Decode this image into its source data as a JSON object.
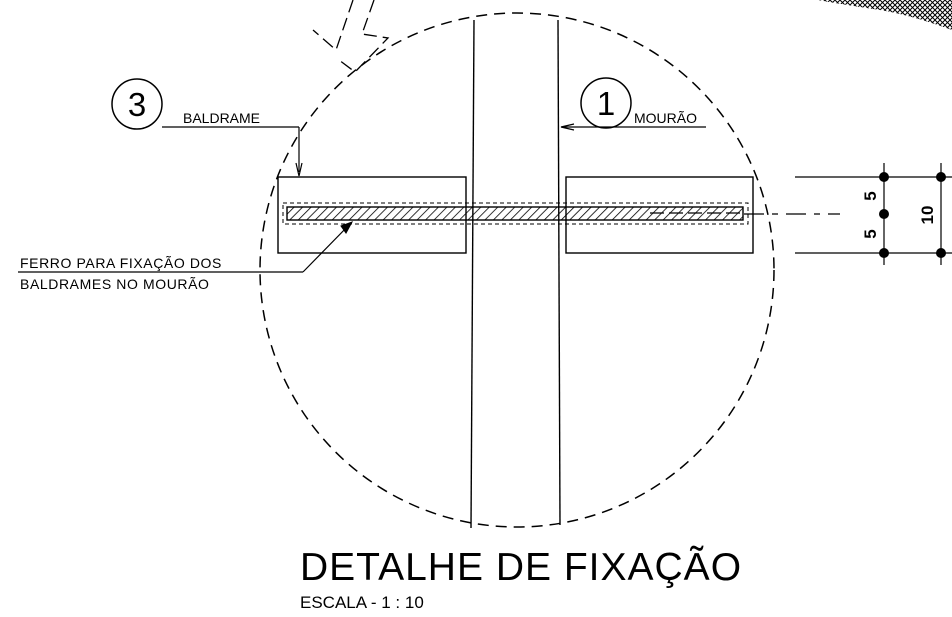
{
  "detail": {
    "title": "DETALHE DE FIXAÇÃO",
    "scale": "ESCALA - 1 : 10"
  },
  "callouts": [
    {
      "number": "3",
      "label": "BALDRAME"
    },
    {
      "number": "1",
      "label": "MOURÃO"
    }
  ],
  "note": {
    "line1": "FERRO PARA FIXAÇÃO DOS",
    "line2": "BALDRAMES NO MOURÃO"
  },
  "dimensions": {
    "upper": "5",
    "lower": "5",
    "total": "10"
  }
}
